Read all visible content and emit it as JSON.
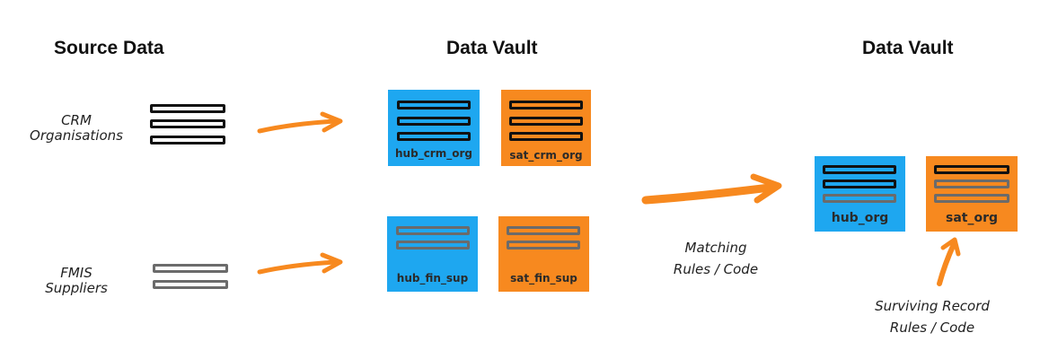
{
  "headings": {
    "source": "Source Data",
    "vault_raw": "Data Vault",
    "vault_business": "Data Vault"
  },
  "sources": {
    "crm": "CRM\nOrganisations",
    "fmis": "FMIS\nSuppliers"
  },
  "tables": {
    "hub_crm_org": "hub_crm_org",
    "sat_crm_org": "sat_crm_org",
    "hub_fin_sup": "hub_fin_sup",
    "sat_fin_sup": "sat_fin_sup",
    "hub_org": "hub_org",
    "sat_org": "sat_org"
  },
  "annotations": {
    "matching": "Matching\nRules / Code",
    "surviving": "Surviving Record\nRules / Code"
  },
  "colors": {
    "hub": "#1ea7f0",
    "sat": "#f7891f",
    "arrow": "#f7891f",
    "record_black": "#111111",
    "record_gray": "#6b6b6b"
  }
}
